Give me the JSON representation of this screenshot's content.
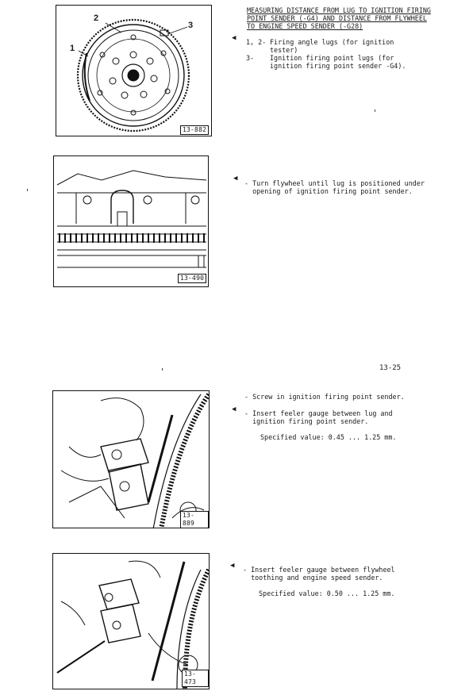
{
  "page_number": "13-25",
  "section1": {
    "heading": [
      "MEASURING DISTANCE FROM LUG TO IGNITION FIRING",
      "POINT SENDER (-G4) AND DISTANCE FROM FLYWHEEL",
      "TO ENGINE SPEED SENDER (-G28)"
    ],
    "items": [
      {
        "num": "1, 2-",
        "lines": [
          "Firing angle lugs (for ignition",
          "tester)"
        ]
      },
      {
        "num": "3-",
        "lines": [
          "Ignition firing point lugs (for",
          "ignition firing point sender -G4)."
        ]
      }
    ],
    "figure_label": "13-882",
    "callouts": [
      "1",
      "2",
      "3"
    ]
  },
  "section2": {
    "figure_label": "13-490",
    "lines": [
      "- Turn flywheel until lug is positioned under",
      "  opening of ignition firing point sender."
    ]
  },
  "section3": {
    "figure_label": "13-889",
    "step1": "- Screw in ignition firing point sender.",
    "step2_lines": [
      "- Insert feeler gauge between lug and",
      "  ignition firing point sender."
    ],
    "spec": "Specified value: 0.45 ... 1.25 mm."
  },
  "section4": {
    "figure_label": "13-473",
    "lines": [
      "- Insert feeler gauge between flywheel",
      "  toothing and engine speed sender."
    ],
    "spec": "Specified value: 0.50 ... 1.25 mm."
  }
}
